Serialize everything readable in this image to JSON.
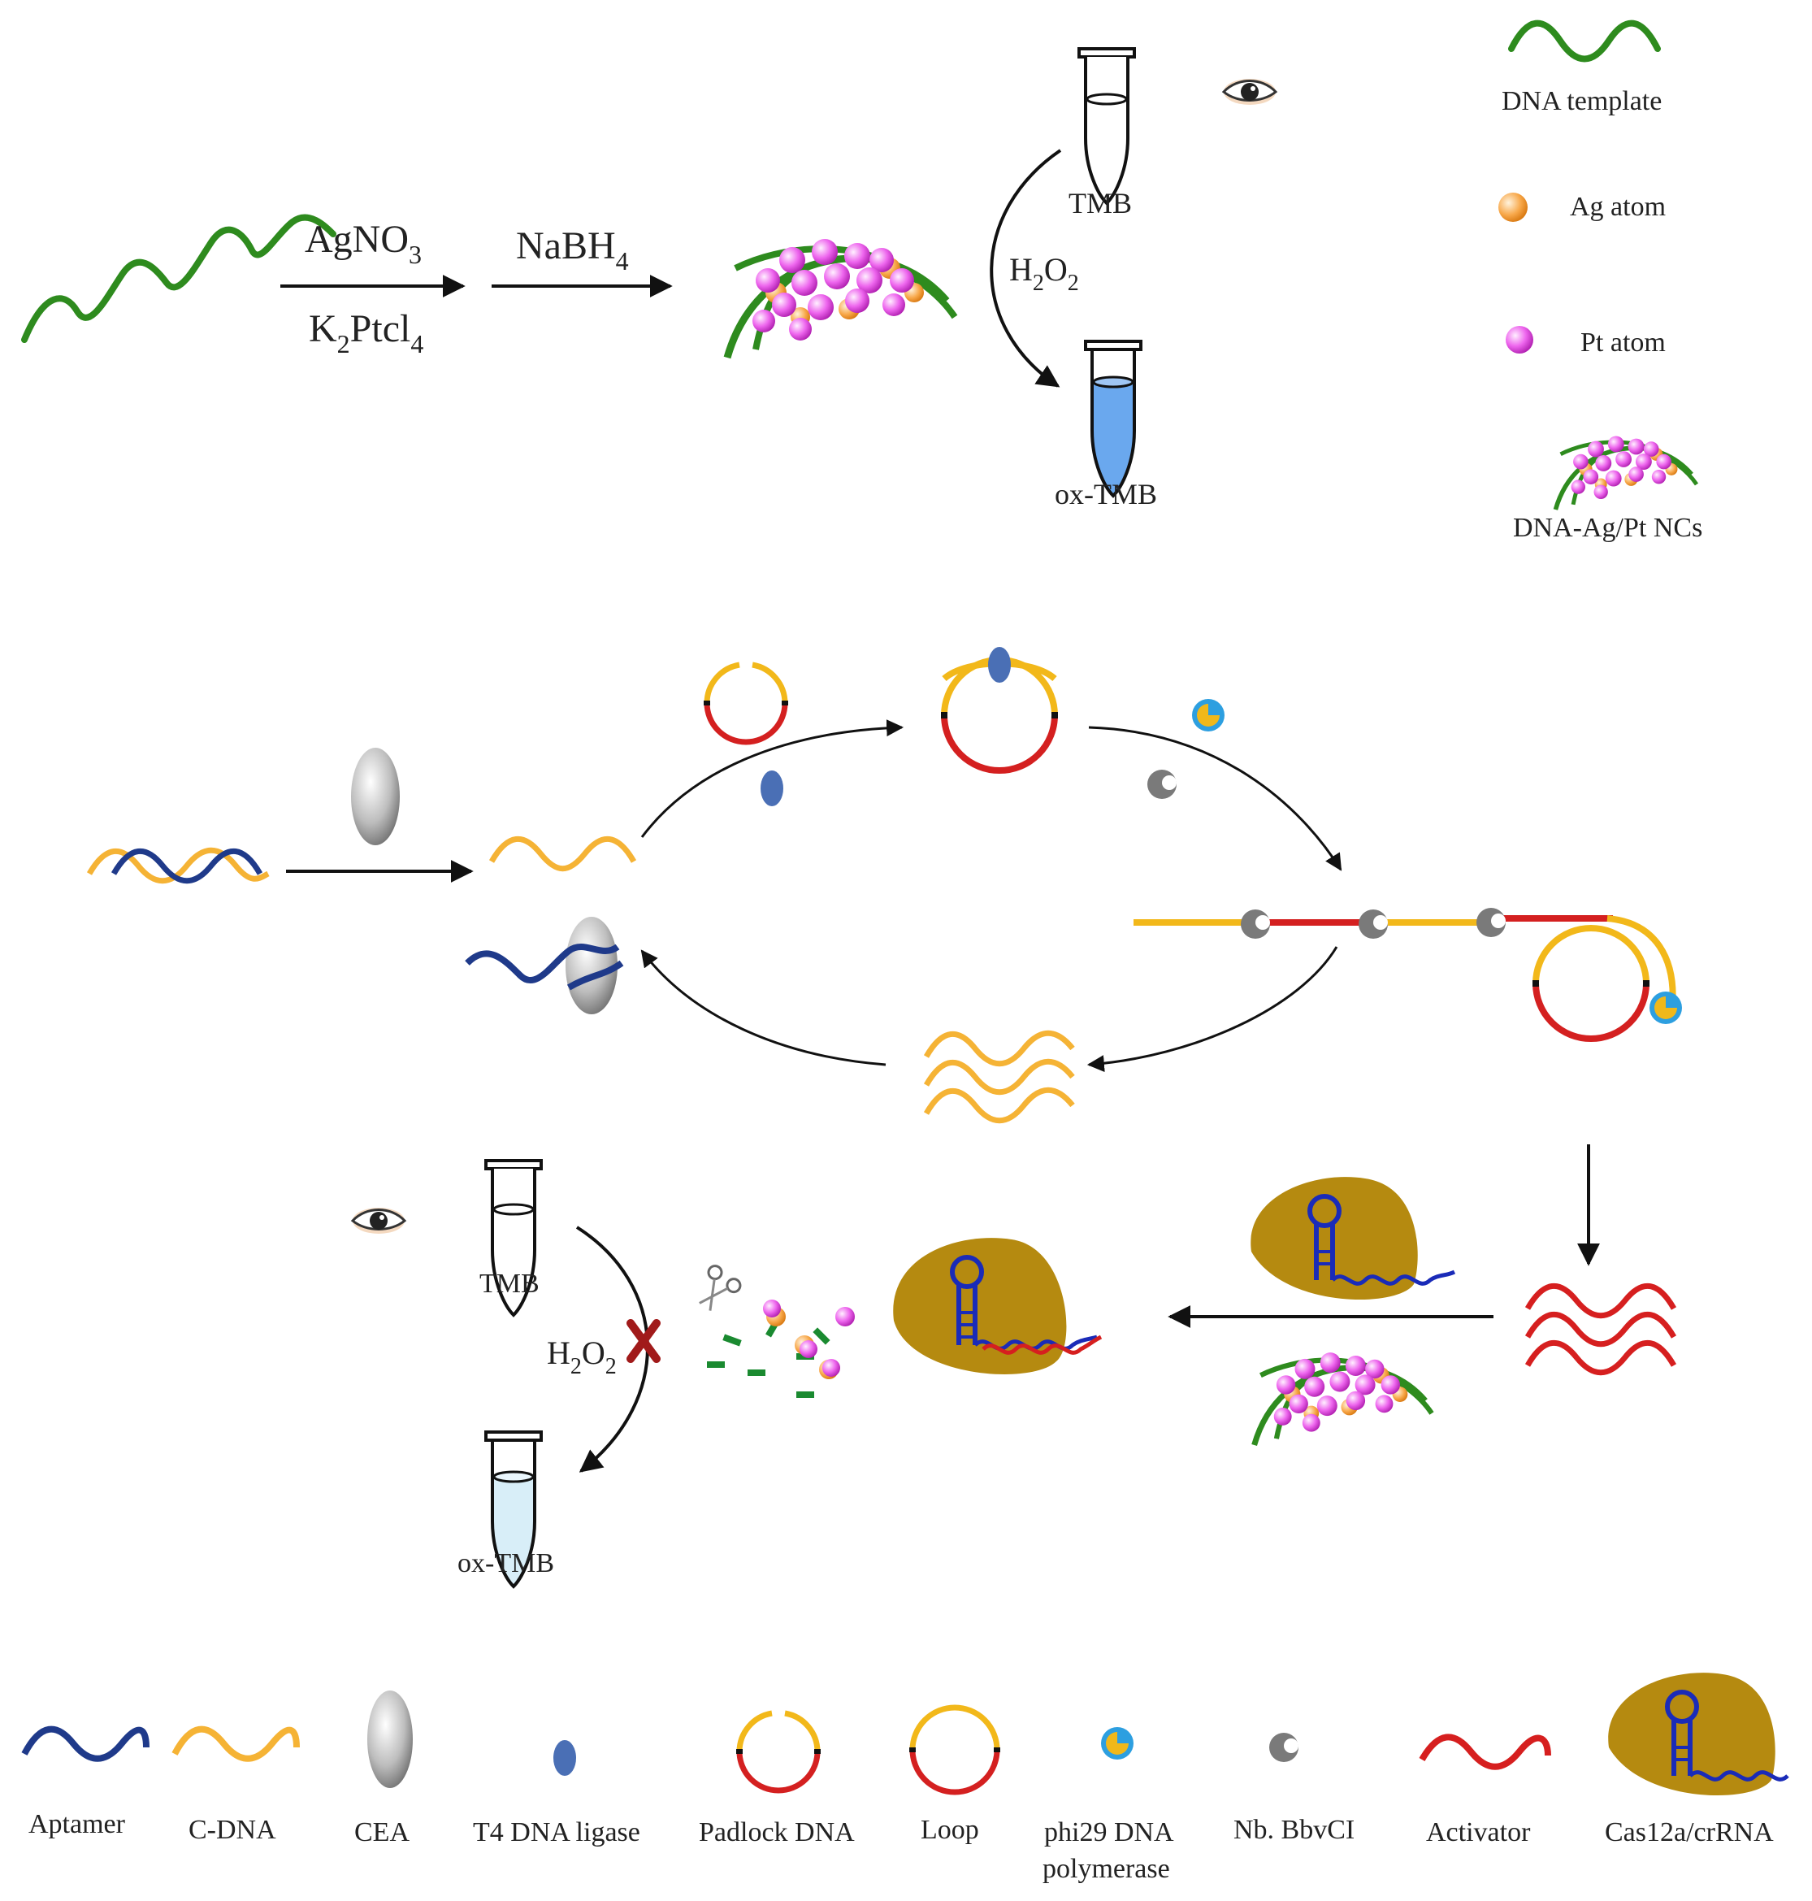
{
  "reagents": {
    "agno3": "AgNO",
    "agno3_sub": "3",
    "k2ptcl4_a": "K",
    "k2ptcl4_sub1": "2",
    "k2ptcl4_b": "Ptcl",
    "k2ptcl4_sub2": "4",
    "nabh4": "NaBH",
    "nabh4_sub": "4",
    "h2o2_a": "H",
    "h2o2_sub1": "2",
    "h2o2_b": "O",
    "h2o2_sub2": "2"
  },
  "tubes": {
    "tmb": "TMB",
    "ox_tmb": "ox-TMB"
  },
  "top_legend": {
    "dna_template": "DNA template",
    "ag_atom": "Ag atom",
    "pt_atom": "Pt atom",
    "nanoclusters": "DNA-Ag/Pt NCs"
  },
  "bottom_legend": {
    "aptamer": "Aptamer",
    "c_dna": "C-DNA",
    "cea": "CEA",
    "t4_ligase": "T4 DNA ligase",
    "padlock": "Padlock DNA",
    "loop": "Loop",
    "phi29_line1": "phi29 DNA",
    "phi29_line2": "polymerase",
    "nb_bbvci": "Nb. BbvCI",
    "activator": "Activator",
    "cas12a": "Cas12a/crRNA"
  },
  "colors": {
    "dna_template": "#2e8b1e",
    "aptamer": "#1f3a8a",
    "c_dna": "#f5b335",
    "activator": "#d61f1f",
    "padlock_red": "#d42020",
    "padlock_yellow": "#f2b81a",
    "ag_atom": "#f7a640",
    "pt_atom": "#e040e0",
    "cas12a": "#b58a10",
    "crrna": "#1a2bb8",
    "ligase": "#4a6fb5",
    "nickase": "#777777",
    "phi29_blue": "#2d9fe0",
    "phi29_yellow": "#f0b81a",
    "ox_tmb_blue": "#6aa8ee",
    "ox_tmb_pale": "#d8eef8",
    "cross_red": "#a11a1a"
  }
}
